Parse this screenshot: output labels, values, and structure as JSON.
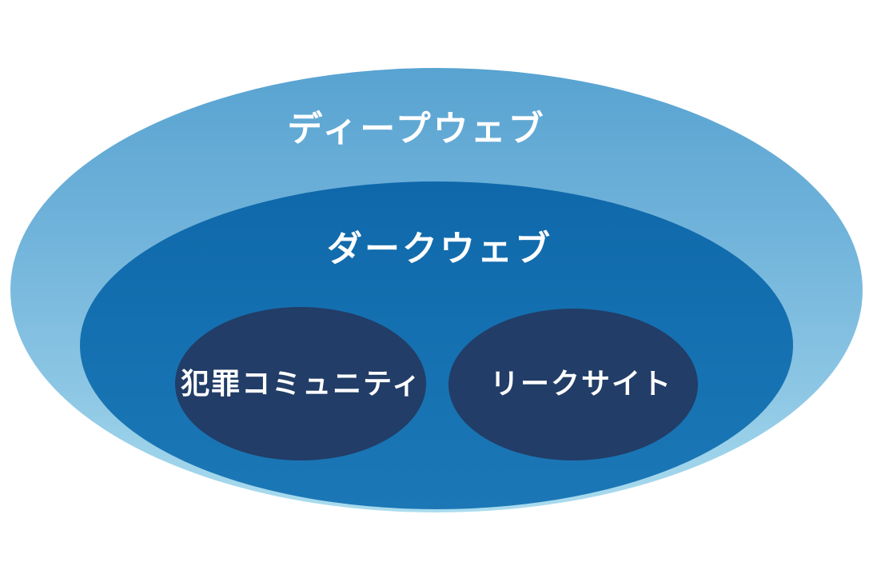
{
  "diagram": {
    "type": "nested-venn",
    "description_semantic": "Nested ellipse diagram: Deep Web contains Dark Web, which contains Crime Communities and Leak Sites",
    "background_color": "#FFFFFF",
    "text_color": "#FFFFFF",
    "sets": [
      {
        "id": "deep-web",
        "label": "ディープウェブ",
        "level": 1,
        "parent": null,
        "fill_top": "#58A3D1",
        "fill_bottom": "#AADCEE"
      },
      {
        "id": "dark-web",
        "label": "ダークウェブ",
        "level": 2,
        "parent": "deep-web",
        "fill_top": "#0F68AA",
        "fill_bottom": "#1C77B6"
      },
      {
        "id": "crime-community",
        "label": "犯罪コミュニティ",
        "level": 3,
        "parent": "dark-web",
        "fill": "#223D67"
      },
      {
        "id": "leak-site",
        "label": "リークサイト",
        "level": 3,
        "parent": "dark-web",
        "fill": "#223D67"
      }
    ]
  }
}
